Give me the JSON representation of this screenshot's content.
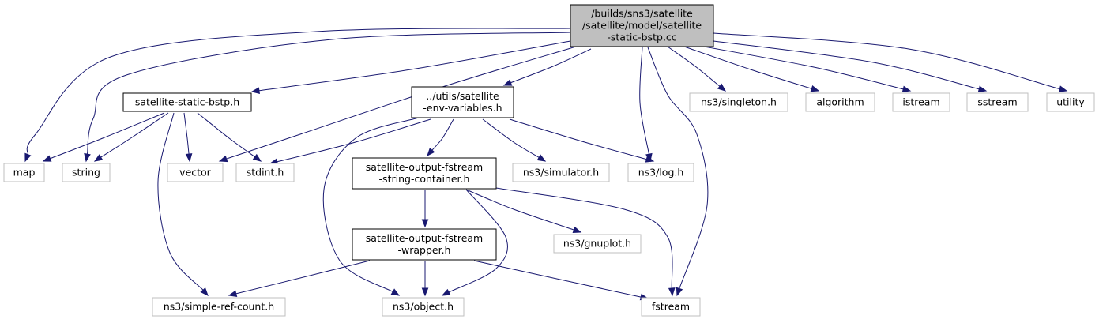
{
  "diagram": {
    "type": "include-dependency-graph",
    "colors": {
      "edge": "#191970",
      "main_fill": "#bfbfbf",
      "local_border": "#000000",
      "external_border": "#bfbfbf"
    },
    "nodes": [
      {
        "id": "main",
        "kind": "main",
        "lines": [
          "/builds/sns3/satellite",
          "/satellite/model/satellite",
          "-static-bstp.cc"
        ]
      },
      {
        "id": "bstp_h",
        "kind": "local",
        "lines": [
          "satellite-static-bstp.h"
        ]
      },
      {
        "id": "env",
        "kind": "local",
        "lines": [
          "../utils/satellite",
          "-env-variables.h"
        ]
      },
      {
        "id": "singleton",
        "kind": "external",
        "lines": [
          "ns3/singleton.h"
        ]
      },
      {
        "id": "algorithm",
        "kind": "external",
        "lines": [
          "algorithm"
        ]
      },
      {
        "id": "istream",
        "kind": "external",
        "lines": [
          "istream"
        ]
      },
      {
        "id": "sstream",
        "kind": "external",
        "lines": [
          "sstream"
        ]
      },
      {
        "id": "utility",
        "kind": "external",
        "lines": [
          "utility"
        ]
      },
      {
        "id": "map",
        "kind": "external",
        "lines": [
          "map"
        ]
      },
      {
        "id": "string",
        "kind": "external",
        "lines": [
          "string"
        ]
      },
      {
        "id": "vector",
        "kind": "external",
        "lines": [
          "vector"
        ]
      },
      {
        "id": "stdint",
        "kind": "external",
        "lines": [
          "stdint.h"
        ]
      },
      {
        "id": "osc",
        "kind": "local",
        "lines": [
          "satellite-output-fstream",
          "-string-container.h"
        ]
      },
      {
        "id": "simulator",
        "kind": "external",
        "lines": [
          "ns3/simulator.h"
        ]
      },
      {
        "id": "log",
        "kind": "external",
        "lines": [
          "ns3/log.h"
        ]
      },
      {
        "id": "wrapper",
        "kind": "local",
        "lines": [
          "satellite-output-fstream",
          "-wrapper.h"
        ]
      },
      {
        "id": "gnuplot",
        "kind": "external",
        "lines": [
          "ns3/gnuplot.h"
        ]
      },
      {
        "id": "srefcount",
        "kind": "external",
        "lines": [
          "ns3/simple-ref-count.h"
        ]
      },
      {
        "id": "object",
        "kind": "external",
        "lines": [
          "ns3/object.h"
        ]
      },
      {
        "id": "fstream",
        "kind": "external",
        "lines": [
          "fstream"
        ]
      }
    ],
    "edges": [
      {
        "from": "main",
        "to": "bstp_h"
      },
      {
        "from": "main",
        "to": "env"
      },
      {
        "from": "main",
        "to": "singleton"
      },
      {
        "from": "main",
        "to": "algorithm"
      },
      {
        "from": "main",
        "to": "istream"
      },
      {
        "from": "main",
        "to": "sstream"
      },
      {
        "from": "main",
        "to": "utility"
      },
      {
        "from": "main",
        "to": "map"
      },
      {
        "from": "main",
        "to": "string"
      },
      {
        "from": "main",
        "to": "vector"
      },
      {
        "from": "main",
        "to": "log"
      },
      {
        "from": "main",
        "to": "fstream"
      },
      {
        "from": "bstp_h",
        "to": "map"
      },
      {
        "from": "bstp_h",
        "to": "string"
      },
      {
        "from": "bstp_h",
        "to": "vector"
      },
      {
        "from": "bstp_h",
        "to": "stdint"
      },
      {
        "from": "bstp_h",
        "to": "srefcount"
      },
      {
        "from": "env",
        "to": "stdint"
      },
      {
        "from": "env",
        "to": "osc"
      },
      {
        "from": "env",
        "to": "simulator"
      },
      {
        "from": "env",
        "to": "log"
      },
      {
        "from": "env",
        "to": "object"
      },
      {
        "from": "osc",
        "to": "wrapper"
      },
      {
        "from": "osc",
        "to": "gnuplot"
      },
      {
        "from": "osc",
        "to": "object"
      },
      {
        "from": "osc",
        "to": "fstream"
      },
      {
        "from": "wrapper",
        "to": "srefcount"
      },
      {
        "from": "wrapper",
        "to": "object"
      },
      {
        "from": "wrapper",
        "to": "fstream"
      }
    ]
  }
}
